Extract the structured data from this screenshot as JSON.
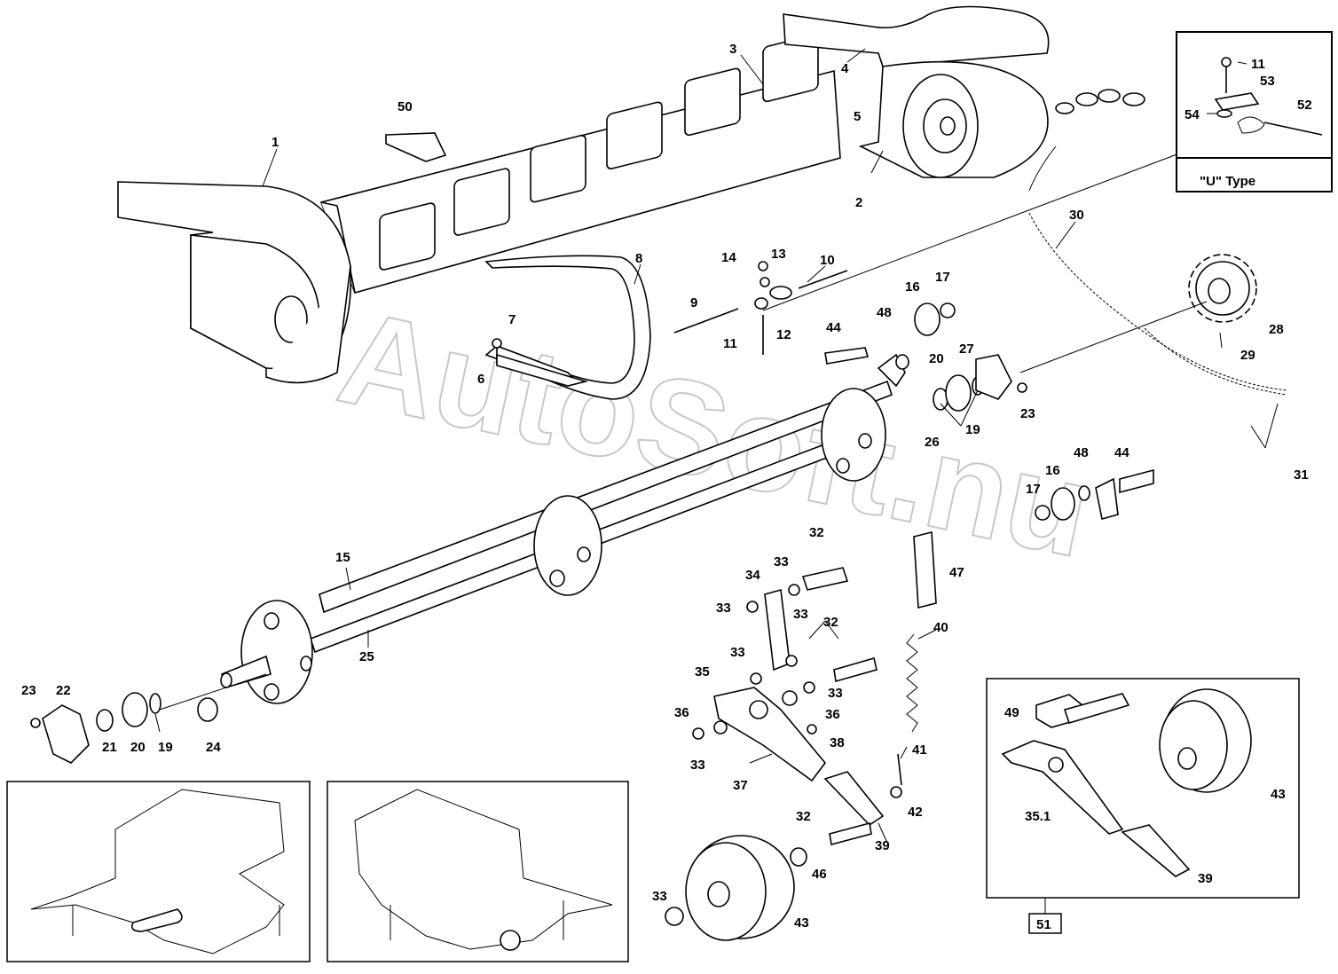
{
  "watermark": "AutoSoft.nu",
  "inset_type": "\"U\"  Type",
  "kit_box": "51",
  "labels": [
    {
      "id": "l1",
      "text": "1"
    },
    {
      "id": "l2",
      "text": "2"
    },
    {
      "id": "l3",
      "text": "3"
    },
    {
      "id": "l4",
      "text": "4"
    },
    {
      "id": "l5",
      "text": "5"
    },
    {
      "id": "l6",
      "text": "6"
    },
    {
      "id": "l7",
      "text": "7"
    },
    {
      "id": "l8",
      "text": "8"
    },
    {
      "id": "l9",
      "text": "9"
    },
    {
      "id": "l10",
      "text": "10"
    },
    {
      "id": "l11",
      "text": "11"
    },
    {
      "id": "l12",
      "text": "12"
    },
    {
      "id": "l13",
      "text": "13"
    },
    {
      "id": "l14",
      "text": "14"
    },
    {
      "id": "l15",
      "text": "15"
    },
    {
      "id": "l16a",
      "text": "16"
    },
    {
      "id": "l16b",
      "text": "16"
    },
    {
      "id": "l17a",
      "text": "17"
    },
    {
      "id": "l17b",
      "text": "17"
    },
    {
      "id": "l19a",
      "text": "19"
    },
    {
      "id": "l19b",
      "text": "19"
    },
    {
      "id": "l20a",
      "text": "20"
    },
    {
      "id": "l20b",
      "text": "20"
    },
    {
      "id": "l21",
      "text": "21"
    },
    {
      "id": "l22",
      "text": "22"
    },
    {
      "id": "l23a",
      "text": "23"
    },
    {
      "id": "l23b",
      "text": "23"
    },
    {
      "id": "l24",
      "text": "24"
    },
    {
      "id": "l25",
      "text": "25"
    },
    {
      "id": "l26",
      "text": "26"
    },
    {
      "id": "l27",
      "text": "27"
    },
    {
      "id": "l28",
      "text": "28"
    },
    {
      "id": "l29",
      "text": "29"
    },
    {
      "id": "l30",
      "text": "30"
    },
    {
      "id": "l31",
      "text": "31"
    },
    {
      "id": "l32a",
      "text": "32"
    },
    {
      "id": "l32b",
      "text": "32"
    },
    {
      "id": "l32c",
      "text": "32"
    },
    {
      "id": "l33a",
      "text": "33"
    },
    {
      "id": "l33b",
      "text": "33"
    },
    {
      "id": "l33c",
      "text": "33"
    },
    {
      "id": "l33d",
      "text": "33"
    },
    {
      "id": "l33e",
      "text": "33"
    },
    {
      "id": "l33f",
      "text": "33"
    },
    {
      "id": "l33g",
      "text": "33"
    },
    {
      "id": "l34",
      "text": "34"
    },
    {
      "id": "l35",
      "text": "35"
    },
    {
      "id": "l351",
      "text": "35.1"
    },
    {
      "id": "l36a",
      "text": "36"
    },
    {
      "id": "l36b",
      "text": "36"
    },
    {
      "id": "l37",
      "text": "37"
    },
    {
      "id": "l38",
      "text": "38"
    },
    {
      "id": "l39a",
      "text": "39"
    },
    {
      "id": "l39b",
      "text": "39"
    },
    {
      "id": "l40",
      "text": "40"
    },
    {
      "id": "l41",
      "text": "41"
    },
    {
      "id": "l42",
      "text": "42"
    },
    {
      "id": "l43a",
      "text": "43"
    },
    {
      "id": "l43b",
      "text": "43"
    },
    {
      "id": "l44a",
      "text": "44"
    },
    {
      "id": "l44b",
      "text": "44"
    },
    {
      "id": "l46",
      "text": "46"
    },
    {
      "id": "l47",
      "text": "47"
    },
    {
      "id": "l48a",
      "text": "48"
    },
    {
      "id": "l48b",
      "text": "48"
    },
    {
      "id": "l49",
      "text": "49"
    },
    {
      "id": "l50",
      "text": "50"
    },
    {
      "id": "l11b",
      "text": "11"
    },
    {
      "id": "l52",
      "text": "52"
    },
    {
      "id": "l53",
      "text": "53"
    },
    {
      "id": "l54",
      "text": "54"
    }
  ]
}
